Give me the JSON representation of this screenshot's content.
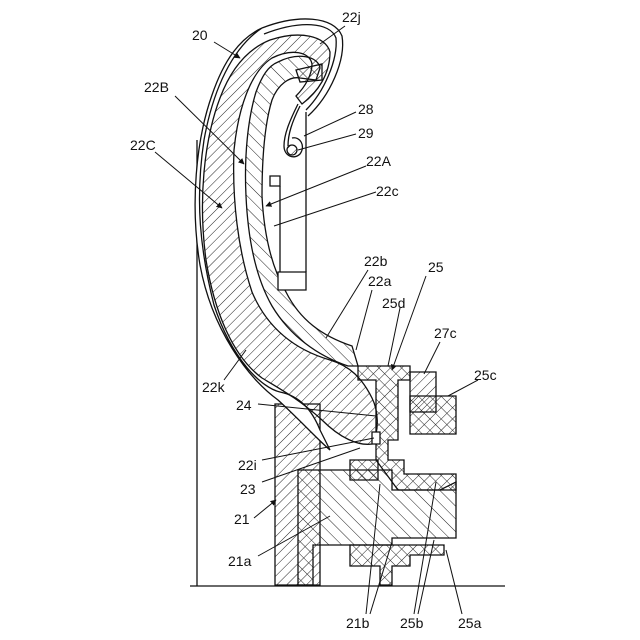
{
  "figure": {
    "labels": [
      {
        "id": "ref-20",
        "text": "20"
      },
      {
        "id": "ref-22j",
        "text": "22j"
      },
      {
        "id": "ref-22B",
        "text": "22B"
      },
      {
        "id": "ref-28",
        "text": "28"
      },
      {
        "id": "ref-29",
        "text": "29"
      },
      {
        "id": "ref-22C",
        "text": "22C"
      },
      {
        "id": "ref-22A",
        "text": "22A"
      },
      {
        "id": "ref-22c",
        "text": "22c"
      },
      {
        "id": "ref-22b",
        "text": "22b"
      },
      {
        "id": "ref-22a",
        "text": "22a"
      },
      {
        "id": "ref-25",
        "text": "25"
      },
      {
        "id": "ref-25d",
        "text": "25d"
      },
      {
        "id": "ref-27c",
        "text": "27c"
      },
      {
        "id": "ref-25c",
        "text": "25c"
      },
      {
        "id": "ref-22k",
        "text": "22k"
      },
      {
        "id": "ref-24",
        "text": "24"
      },
      {
        "id": "ref-22i",
        "text": "22i"
      },
      {
        "id": "ref-23",
        "text": "23"
      },
      {
        "id": "ref-21",
        "text": "21"
      },
      {
        "id": "ref-21a",
        "text": "21a"
      },
      {
        "id": "ref-21b",
        "text": "21b"
      },
      {
        "id": "ref-25b",
        "text": "25b"
      },
      {
        "id": "ref-25a",
        "text": "25a"
      }
    ]
  }
}
